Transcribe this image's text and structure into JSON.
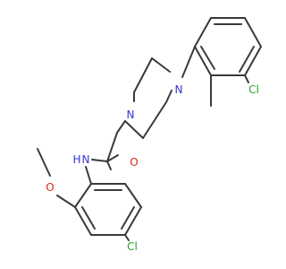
{
  "colors": {
    "carbon": "#3a3a3a",
    "oxygen": "#e0241b",
    "nitrogen": "#3535d6",
    "chlorine": "#2aa12a",
    "background": "#ffffff"
  },
  "atoms": {
    "cl_top": "Cl",
    "n_pip_right": "N",
    "n_pip_left": "N",
    "o_carbonyl": "O",
    "n_amide": "N",
    "h_amide": "H",
    "o_methoxy": "O",
    "cl_bottom": "Cl"
  }
}
